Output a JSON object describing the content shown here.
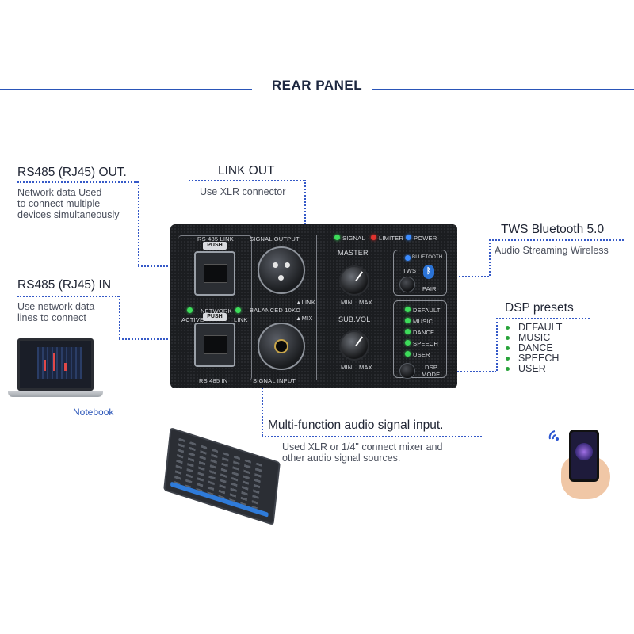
{
  "header": {
    "title": "REAR PANEL"
  },
  "callouts": {
    "rs485_out": {
      "title": "RS485 (RJ45) OUT.",
      "desc": [
        "Network data Used",
        "to connect multiple",
        "devices simultaneously"
      ]
    },
    "rs485_in": {
      "title": "RS485 (RJ45) IN",
      "desc": [
        "Use network data",
        "lines to connect"
      ]
    },
    "link_out": {
      "title": "LINK OUT",
      "desc": "Use XLR connector"
    },
    "tws": {
      "title": "TWS Bluetooth  5.0",
      "desc": "Audio Streaming Wireless"
    },
    "dsp": {
      "title": "DSP presets",
      "presets": [
        "DEFAULT",
        "MUSIC",
        "DANCE",
        "SPEECH",
        "USER"
      ]
    },
    "audio_input": {
      "title": "Multi-function audio signal input.",
      "desc": [
        "Used XLR or 1/4\" connect mixer and",
        "other audio signal sources."
      ]
    }
  },
  "panel": {
    "rs485_link": "RS 485 LINK",
    "push": "PUSH",
    "network": "NETWORK",
    "active": "ACTIVE",
    "link": "LINK",
    "rs485_in": "RS 485 IN",
    "signal_output": "SIGNAL OUTPUT",
    "balanced": "BALANCED 10KΩ",
    "link_arrow": "▲LINK",
    "mix_arrow": "▲MIX",
    "signal_input": "SIGNAL INPUT",
    "led_signal": "SIGNAL",
    "led_limiter": "LIMITER",
    "led_power": "POWER",
    "master": "MASTER",
    "sub_vol": "SUB.VOL",
    "min": "MIN",
    "max": "MAX",
    "bluetooth": "BLUETOOTH",
    "tws": "TWS",
    "pair": "PAIR",
    "dsp_modes": [
      "DEFAULT",
      "MUSIC",
      "DANCE",
      "SPEECH",
      "USER"
    ],
    "dsp": "DSP",
    "mode": "MODE"
  },
  "illustrations": {
    "notebook_label": "Notebook"
  },
  "colors": {
    "accent": "#2c56d0",
    "panel": "#1b1d20",
    "led_green": "#3ddc5a",
    "led_red": "#e0332e",
    "led_blue": "#3c8cff"
  }
}
